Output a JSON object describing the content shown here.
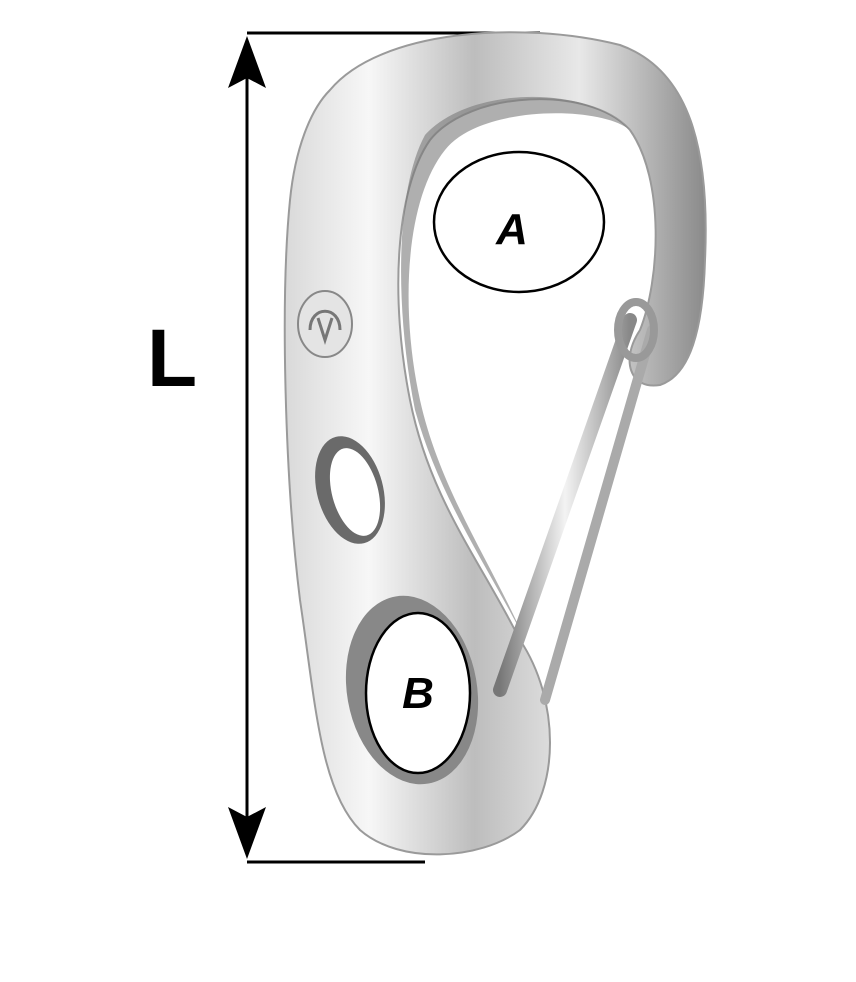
{
  "diagram": {
    "dimension_length_label": "L",
    "opening_label": "A",
    "eye_label": "B"
  },
  "colors": {
    "line": "#000000",
    "metal_light": "#f4f4f4",
    "metal_mid": "#c8c8c8",
    "metal_dark": "#6e6e6e"
  }
}
